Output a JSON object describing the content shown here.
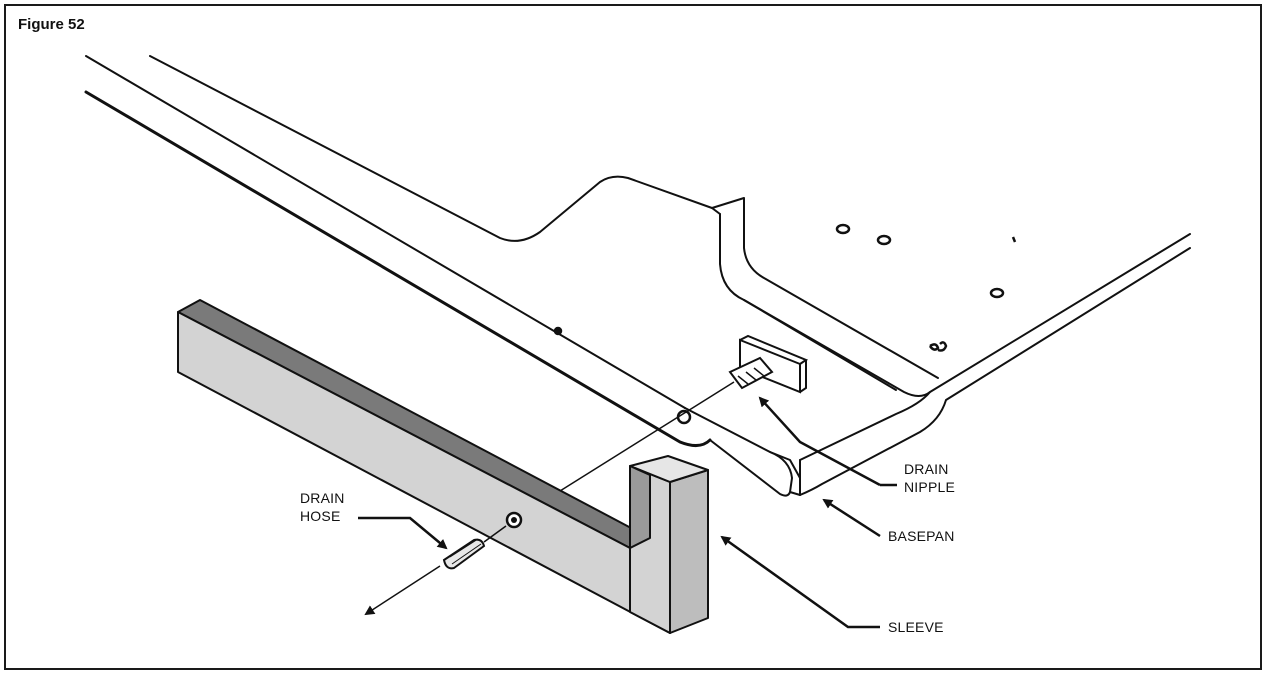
{
  "figure": {
    "title": "Figure 52"
  },
  "labels": {
    "drain_nipple_line1": "DRAIN",
    "drain_nipple_line2": "NIPPLE",
    "basepan": "BASEPAN",
    "drain_hose_line1": "DRAIN",
    "drain_hose_line2": "HOSE",
    "sleeve": "SLEEVE"
  },
  "colors": {
    "line": "#111111",
    "sleeve_face": "#d3d3d3",
    "sleeve_top": "#7a7a7a",
    "sleeve_side": "#bdbdbd"
  }
}
